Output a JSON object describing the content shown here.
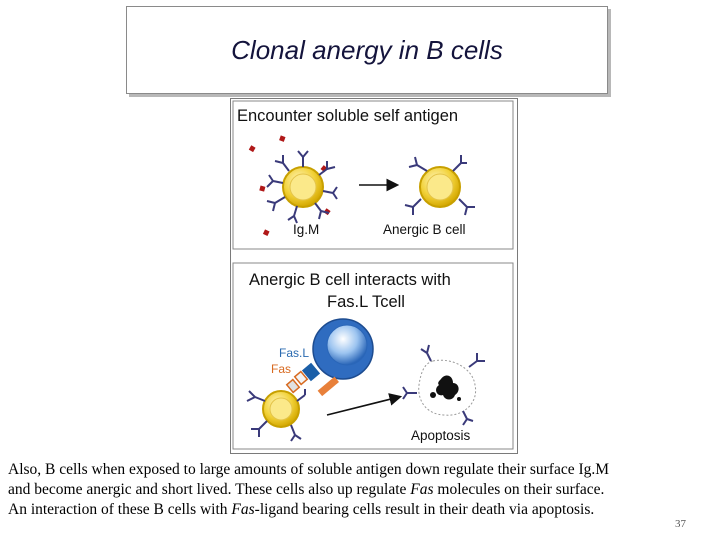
{
  "slide": {
    "title": "Clonal anergy in B cells",
    "number": "37"
  },
  "figure": {
    "panel_top": {
      "heading": "Encounter soluble self antigen",
      "label_igm": "Ig.M",
      "label_anergic": "Anergic B cell"
    },
    "panel_bottom": {
      "heading_line1": "Anergic B cell interacts with",
      "heading_line2": "Fas.L  Tcell",
      "label_fasl": "Fas.L",
      "label_fas": "Fas",
      "label_apoptosis": "Apoptosis"
    },
    "colors": {
      "b_cell_fill": "#f2d23a",
      "b_cell_rim": "#c8a000",
      "t_cell_fill": "#3a7fd0",
      "antigen": "#b01818",
      "receptor": "#3a3a7a",
      "fasl_label": "#2a6ab0",
      "fas_label": "#d86a20"
    }
  },
  "caption": {
    "line1": "Also, B cells when exposed to large amounts of soluble antigen down regulate their surface Ig.M",
    "line2": "and become anergic and short lived. These cells  also up regulate",
    "line2_fas": "Fas",
    "line2_end": " molecules on their surface.",
    "line3_start": "An interaction of these B cells with ",
    "line3_fas": "Fas",
    "line3_end": "-ligand bearing cells result in their death via apoptosis."
  }
}
